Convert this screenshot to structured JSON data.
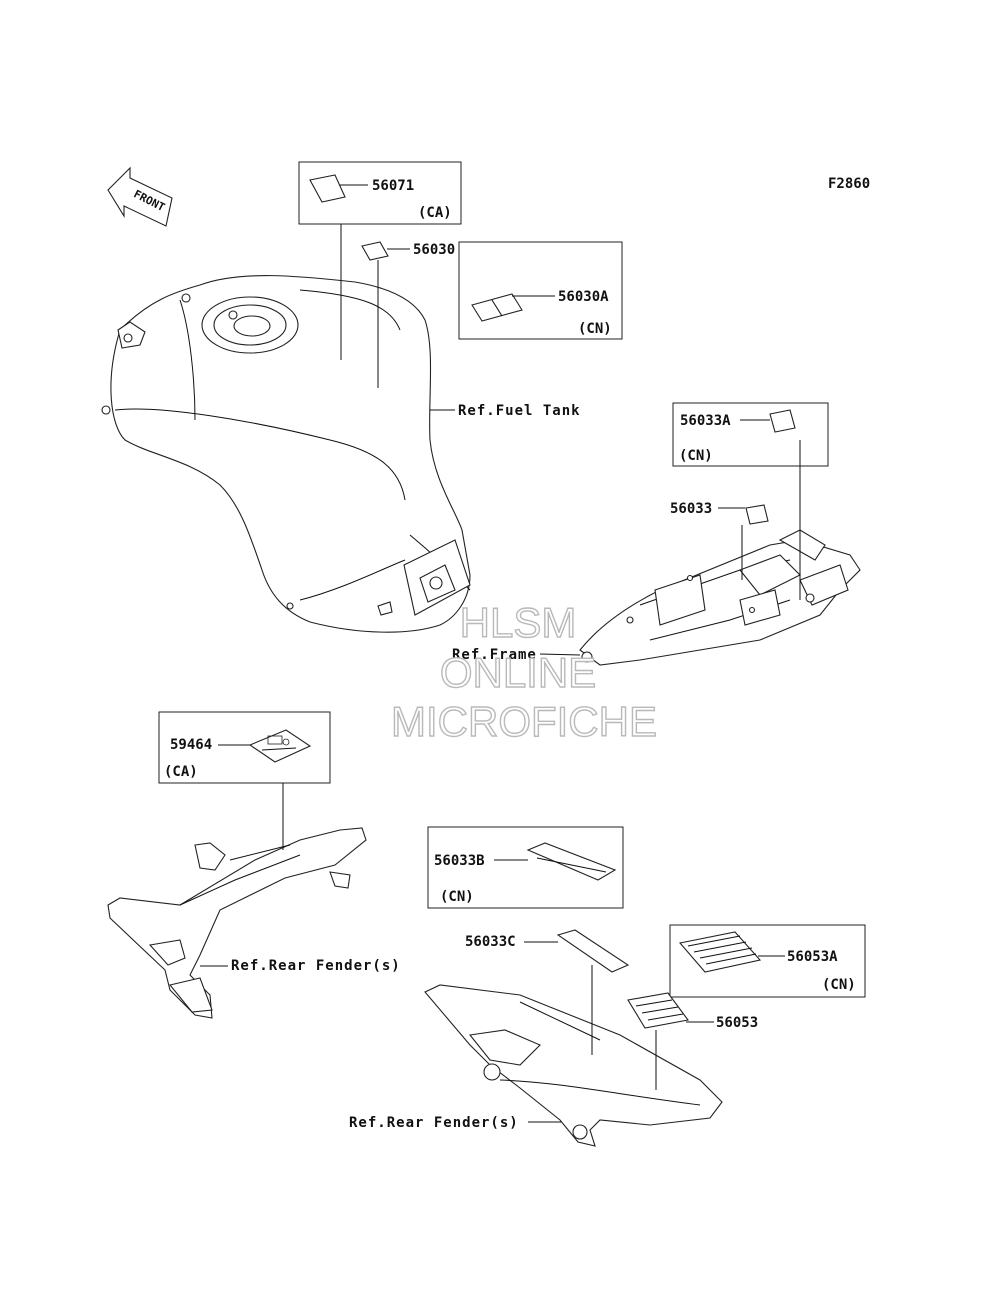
{
  "figure_code": "F2860",
  "front_arrow_text": "FRONT",
  "watermark": {
    "line1": "HLSM",
    "line2": "ONLINE",
    "line3": "MICROFICHE"
  },
  "parts": {
    "p56071": {
      "number": "56071",
      "market": "(CA)"
    },
    "p56030": {
      "number": "56030"
    },
    "p56030A": {
      "number": "56030A",
      "market": "(CN)"
    },
    "p56033A": {
      "number": "56033A",
      "market": "(CN)"
    },
    "p56033": {
      "number": "56033"
    },
    "p59464": {
      "number": "59464",
      "market": "(CA)"
    },
    "p56033B": {
      "number": "56033B",
      "market": "(CN)"
    },
    "p56033C": {
      "number": "56033C"
    },
    "p56053A": {
      "number": "56053A",
      "market": "(CN)"
    },
    "p56053": {
      "number": "56053"
    }
  },
  "references": {
    "fuel_tank": "Ref.Fuel Tank",
    "frame": "Ref.Frame",
    "rear_fender_1": "Ref.Rear Fender(s)",
    "rear_fender_2": "Ref.Rear Fender(s)"
  }
}
